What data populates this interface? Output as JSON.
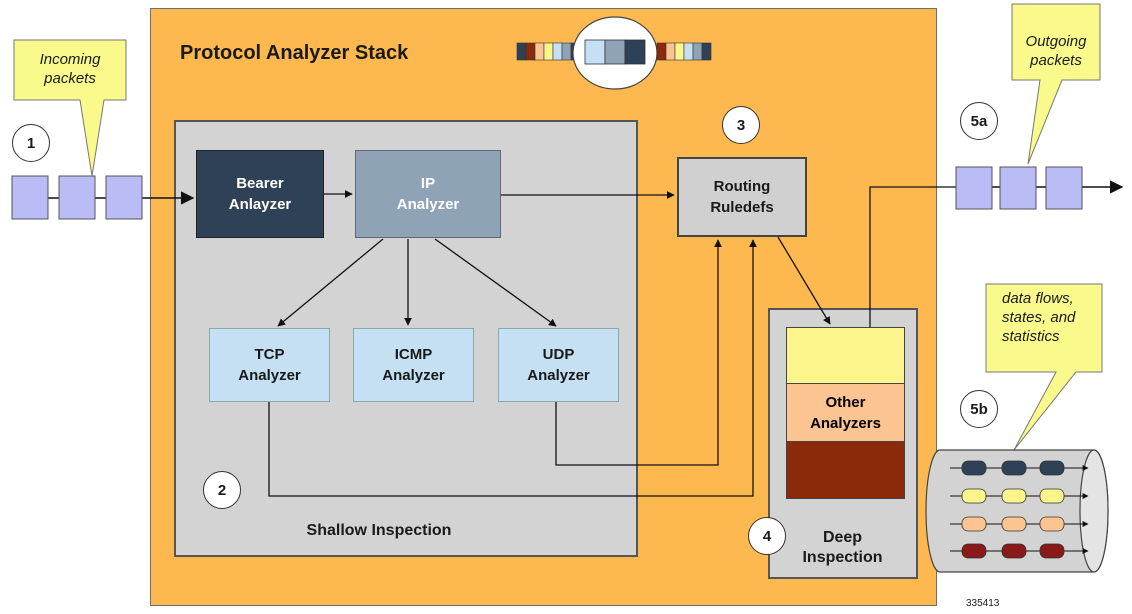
{
  "title": "Protocol Analyzer Stack",
  "callouts": {
    "incoming": [
      "Incoming",
      "packets"
    ],
    "outgoing": [
      "Outgoing",
      "packets"
    ],
    "dataflows": [
      "data flows,",
      "states, and",
      "statistics"
    ]
  },
  "steps": {
    "s1": "1",
    "s2": "2",
    "s3": "3",
    "s4": "4",
    "s5a": "5a",
    "s5b": "5b"
  },
  "analyzers": {
    "bearer": [
      "Bearer",
      "Anlayzer"
    ],
    "ip": [
      "IP",
      "Analyzer"
    ],
    "tcp": [
      "TCP",
      "Analyzer"
    ],
    "icmp": [
      "ICMP",
      "Analyzer"
    ],
    "udp": [
      "UDP",
      "Analyzer"
    ],
    "routing": [
      "Routing",
      "Ruledefs"
    ],
    "other": [
      "Other",
      "Analyzers"
    ]
  },
  "regions": {
    "shallow": "Shallow Inspection",
    "deep": [
      "Deep",
      "Inspection"
    ]
  },
  "figure_id": "335413",
  "colors": {
    "stack_bg": "#fdb94f",
    "inspection_bg": "#d3d3d3",
    "bearer": "#2f4156",
    "ip": "#8fa3b6",
    "transport": "#c5dff3",
    "packet": "#b9bcf5",
    "callout": "#fafa8c",
    "other_top": "#fbf58b",
    "other_mid": "#fcc490",
    "other_bottom": "#8a2a0a"
  }
}
